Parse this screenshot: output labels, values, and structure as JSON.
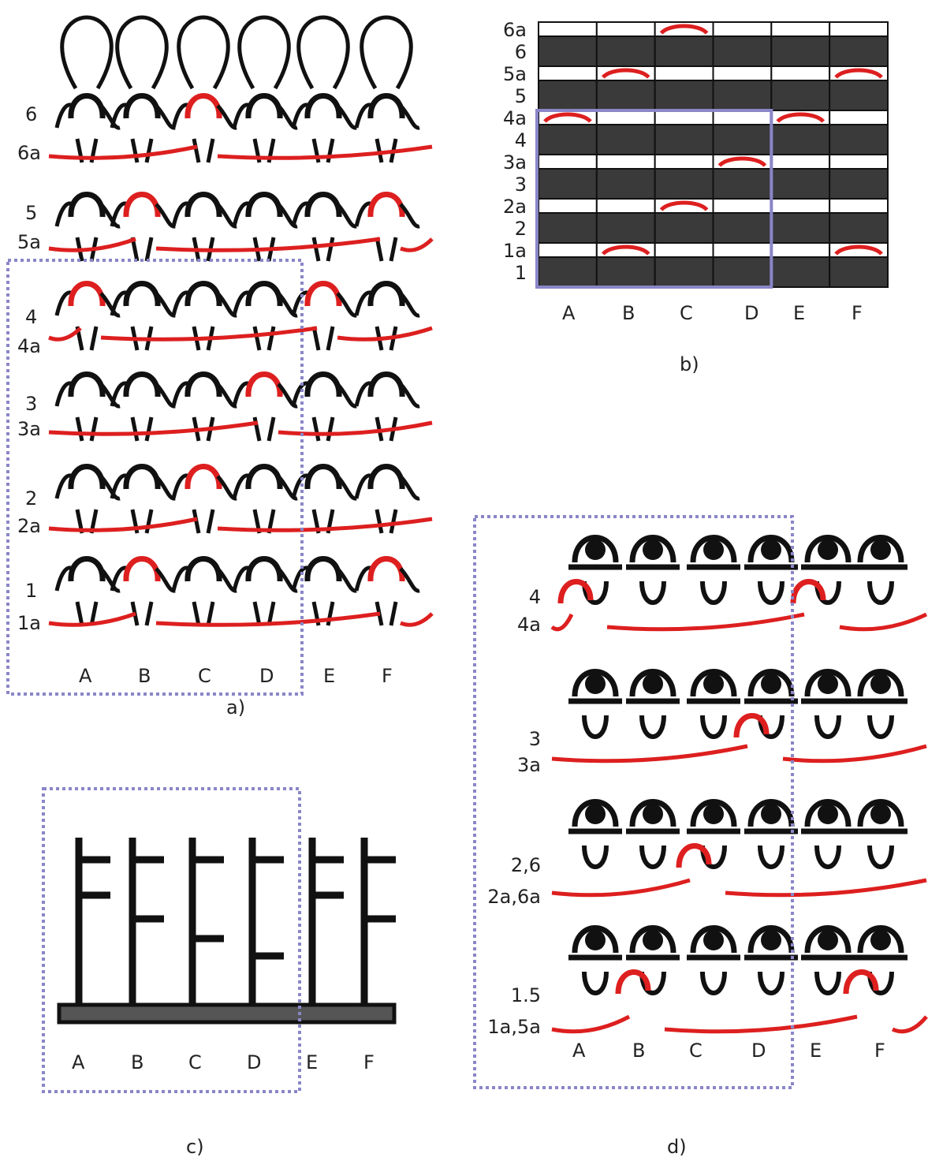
{
  "colors": {
    "yarn": "#111111",
    "float": "#dd1f1f",
    "repeat_border": "#8a86c8",
    "grid_dark": "#3a3a3a",
    "grid_light": "#ffffff",
    "bed": "#555555"
  },
  "columns": [
    "A",
    "B",
    "C",
    "D",
    "E",
    "F"
  ],
  "panel_a": {
    "caption": "a)",
    "rows": [
      {
        "label": "6",
        "tuck_cols": [
          2
        ]
      },
      {
        "label": "5",
        "tuck_cols": [
          1,
          5
        ]
      },
      {
        "label": "4",
        "tuck_cols": [
          0,
          4
        ]
      },
      {
        "label": "3",
        "tuck_cols": [
          3
        ]
      },
      {
        "label": "2",
        "tuck_cols": [
          2
        ]
      },
      {
        "label": "1",
        "tuck_cols": [
          1,
          5
        ]
      }
    ],
    "float_labels": [
      "6a",
      "5a",
      "4a",
      "3a",
      "2a",
      "1a"
    ]
  },
  "panel_b": {
    "caption": "b)",
    "row_labels": [
      "6a",
      "6",
      "5a",
      "5",
      "4a",
      "4",
      "3a",
      "3",
      "2a",
      "2",
      "1a",
      "1"
    ],
    "tucks": [
      {
        "row": "6a",
        "col": 2
      },
      {
        "row": "5a",
        "col": 1
      },
      {
        "row": "5a",
        "col": 5
      },
      {
        "row": "4a",
        "col": 0
      },
      {
        "row": "4a",
        "col": 4
      },
      {
        "row": "3a",
        "col": 3
      },
      {
        "row": "2a",
        "col": 2
      },
      {
        "row": "1a",
        "col": 1
      },
      {
        "row": "1a",
        "col": 5
      }
    ]
  },
  "panel_c": {
    "caption": "c)",
    "needles": [
      {
        "col": "A",
        "butts": [
          0,
          1
        ]
      },
      {
        "col": "B",
        "butts": [
          0,
          2
        ]
      },
      {
        "col": "C",
        "butts": [
          0,
          3
        ]
      },
      {
        "col": "D",
        "butts": [
          0,
          4
        ]
      },
      {
        "col": "E",
        "butts": [
          0,
          1
        ]
      },
      {
        "col": "F",
        "butts": [
          0,
          2
        ]
      }
    ]
  },
  "panel_d": {
    "caption": "d)",
    "rows": [
      {
        "label": "4",
        "float_label": "4a",
        "tuck_cols": [
          0,
          4
        ]
      },
      {
        "label": "3",
        "float_label": "3a",
        "tuck_cols": [
          3
        ]
      },
      {
        "label": "2,6",
        "float_label": "2a,6a",
        "tuck_cols": [
          2
        ]
      },
      {
        "label": "1.5",
        "float_label": "1a,5a",
        "tuck_cols": [
          1,
          5
        ]
      }
    ]
  }
}
